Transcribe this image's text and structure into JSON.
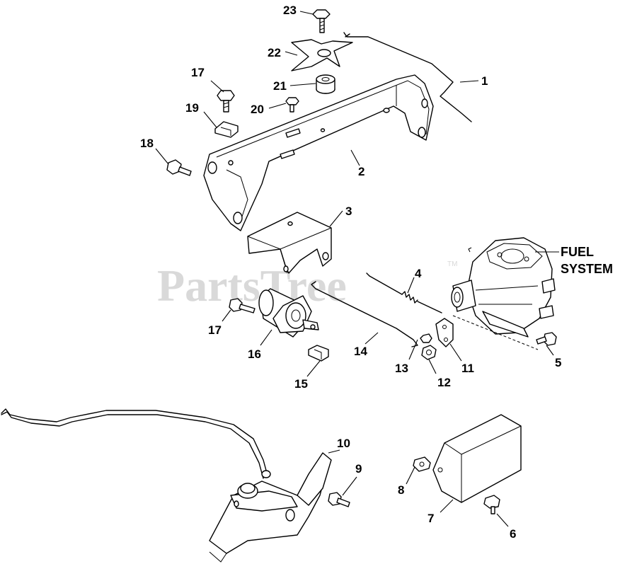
{
  "watermark": {
    "text": "PartsTree",
    "tm": "TM"
  },
  "labels": {
    "fuel_system_line1": "FUEL",
    "fuel_system_line2": "SYSTEM"
  },
  "callouts": {
    "c1": "1",
    "c2": "2",
    "c3": "3",
    "c4": "4",
    "c5": "5",
    "c6": "6",
    "c7": "7",
    "c8": "8",
    "c9": "9",
    "c10": "10",
    "c11": "11",
    "c12": "12",
    "c13": "13",
    "c14": "14",
    "c15": "15",
    "c16": "16",
    "c17a": "17",
    "c17b": "17",
    "c18": "18",
    "c19": "19",
    "c20": "20",
    "c21": "21",
    "c22": "22",
    "c23": "23"
  }
}
